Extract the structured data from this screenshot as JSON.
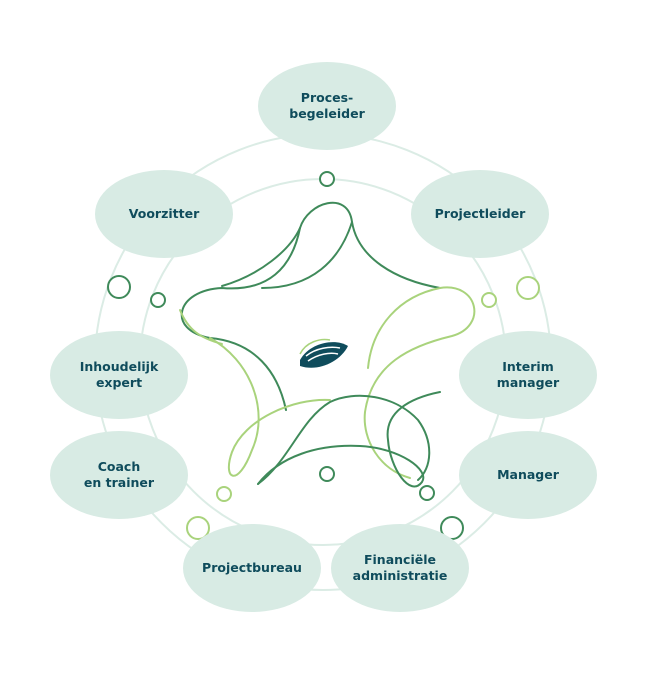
{
  "roles": [
    {
      "label": "Proces-\nbegeleider"
    },
    {
      "label": "Projectleider"
    },
    {
      "label": "Interim\nmanager"
    },
    {
      "label": "Manager"
    },
    {
      "label": "Financiële\nadministratie"
    },
    {
      "label": "Projectbureau"
    },
    {
      "label": "Coach\nen trainer"
    },
    {
      "label": "Inhoudelijk\nexpert"
    },
    {
      "label": "Voorzitter"
    }
  ],
  "colors": {
    "node_fill": "#d8ebe4",
    "text": "#0f4c5c",
    "ring": "#dbece5",
    "dark_green": "#3f8a5a",
    "light_green": "#a9d37c",
    "logo_teal": "#0f4c5c"
  },
  "center_icon": "leaf-logo-icon"
}
